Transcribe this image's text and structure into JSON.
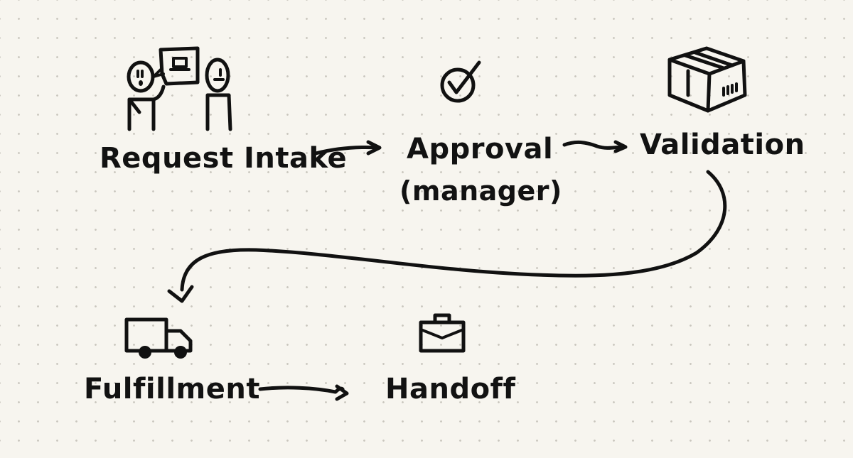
{
  "steps": [
    {
      "label": "Request Intake",
      "icon": "people-talking-icon"
    },
    {
      "label": "Approval",
      "sublabel": "(manager)",
      "icon": "checkmark-circle-icon"
    },
    {
      "label": "Validation",
      "icon": "package-box-icon"
    },
    {
      "label": "Fulfillment",
      "icon": "delivery-truck-icon"
    },
    {
      "label": "Handoff",
      "icon": "briefcase-icon"
    }
  ],
  "connections": [
    {
      "from": "Request Intake",
      "to": "Approval"
    },
    {
      "from": "Approval",
      "to": "Validation"
    },
    {
      "from": "Validation",
      "to": "Fulfillment"
    },
    {
      "from": "Fulfillment",
      "to": "Handoff"
    }
  ],
  "colors": {
    "background": "#f7f5ef",
    "ink": "#111111",
    "grid_dot": "#c9c6bd"
  }
}
